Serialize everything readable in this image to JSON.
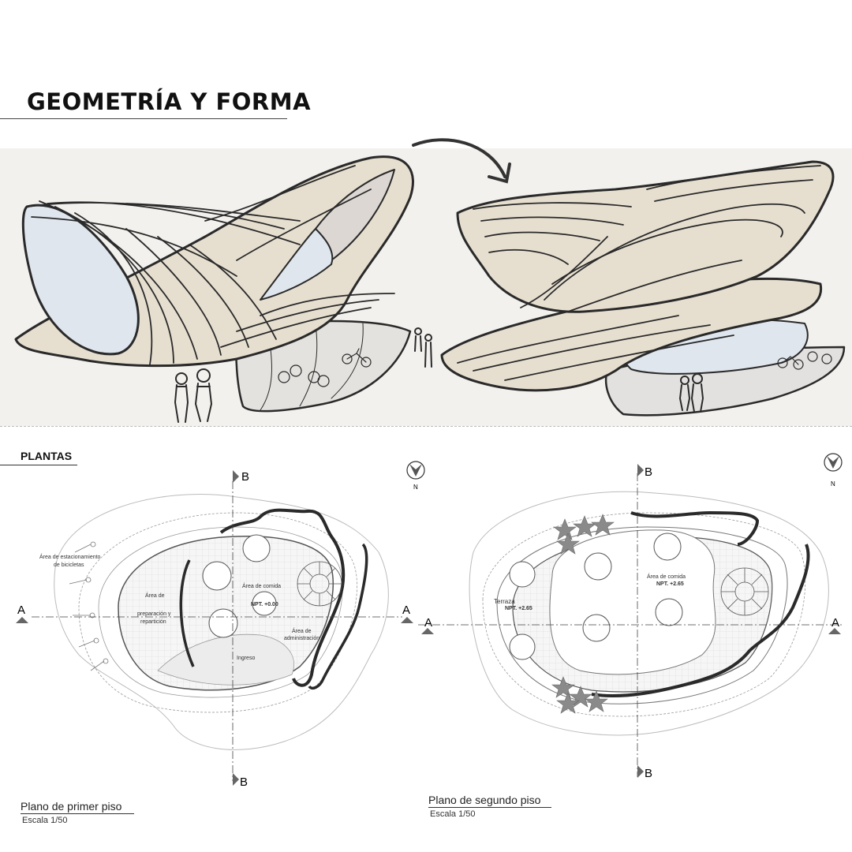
{
  "page": {
    "title": "GEOMETRÍA Y FORMA",
    "section_title": "PLANTAS"
  },
  "markers": {
    "section_b": "B",
    "section_a": "A",
    "north": "N"
  },
  "plan1": {
    "title": "Plano de primer piso",
    "scale": "Escala 1/50",
    "rooms": {
      "bike_line1": "Área de estacionamiento",
      "bike_line2": "de bicicletas",
      "prep_line1": "Área de",
      "prep_line2": "preparación y",
      "prep_line3": "repartición",
      "food": "Área de comida",
      "level": "NPT. +0.00",
      "admin_line1": "Área de",
      "admin_line2": "administración",
      "entrance": "Ingreso"
    }
  },
  "plan2": {
    "title": "Plano de segundo piso",
    "scale": "Escala 1/50",
    "rooms": {
      "terrace": "Terraza",
      "terrace_level": "NPT. +2.65",
      "food": "Área de comida",
      "food_level": "NPT. +2.65"
    }
  },
  "colors": {
    "ink": "#222222",
    "paper": "#f3f1ee",
    "shell": "#e6dfd0",
    "glass": "#dfe6ee",
    "tree": "#8a8a8a"
  }
}
